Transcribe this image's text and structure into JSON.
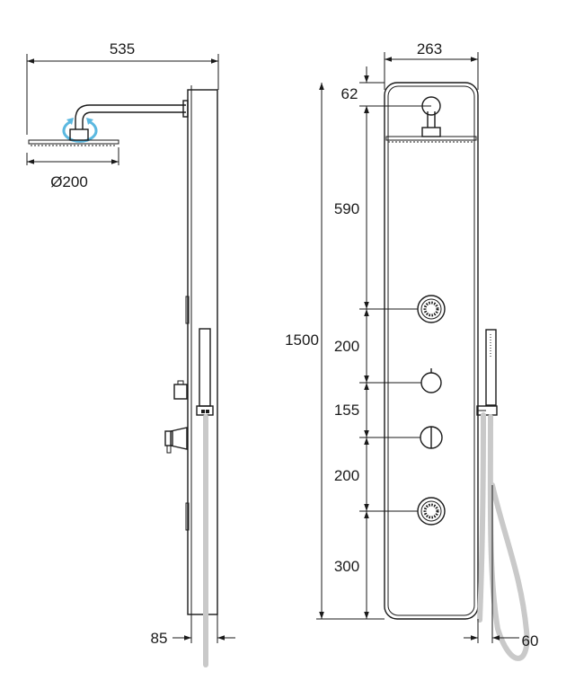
{
  "drawing": {
    "side_view": {
      "arm_projection": "535",
      "head_diameter": "Ø200",
      "panel_depth": "85",
      "rotation_indicator_color": "#5bb8e0"
    },
    "front_view": {
      "panel_width": "263",
      "total_height": "1500",
      "top_to_head": "62",
      "head_to_jet1": "590",
      "jet1_to_valve1": "200",
      "valve1_to_valve2": "155",
      "valve2_to_jet2": "200",
      "jet2_to_bottom": "300",
      "handshower_offset": "60"
    }
  }
}
